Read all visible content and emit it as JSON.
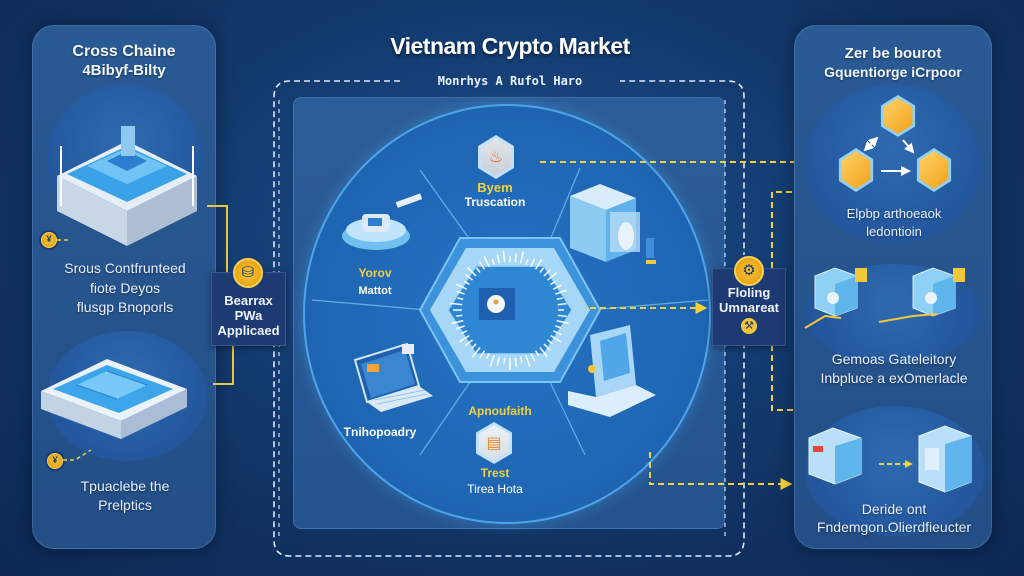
{
  "header": {
    "title": "Vietnam Crypto Market",
    "subtitle": "Monrhys A Rufol Haro"
  },
  "colors": {
    "background": "#133a6e",
    "panel": "#2a5a94",
    "accent_yellow": "#f3d13a",
    "connector_dashed": "#e8d23a",
    "hex_light": "#8fd0f5"
  },
  "left_panel": {
    "title_line1": "Cross Chaine",
    "title_line2": "4Bibyf-Bilty",
    "top_caption": [
      "Srous Contfrunteed",
      "fiote Deyos",
      "flusgp Bnoporls"
    ],
    "bottom_caption": [
      "Tpuaclebe the",
      "Prelptics"
    ],
    "top_illustration_icon": "isometric-server-building-icon",
    "bottom_illustration_icon": "isometric-platform-icon"
  },
  "left_connector": {
    "icon": "coin-badge-icon",
    "lines": [
      "Bearrax",
      "PWa",
      "Applicaed"
    ]
  },
  "center": {
    "nodes": [
      {
        "id": "top",
        "yellow": "Byem",
        "white": "Truscation",
        "icon": "fire-hex-icon"
      },
      {
        "id": "left",
        "yellow": "Yorov",
        "white": "Mattot",
        "icon": "node-device-icon"
      },
      {
        "id": "bottom-left",
        "yellow": "",
        "white": "Tnihopoadry",
        "icon": "laptop-icon"
      },
      {
        "id": "bottom",
        "yellow": "Apnoufaith",
        "white": "",
        "icon": "document-hex-icon"
      },
      {
        "id": "bottom-sub",
        "yellow": "Trest",
        "white": "Tirea Hota",
        "icon": ""
      }
    ],
    "hub_icon": "central-node-icon"
  },
  "right_connector": {
    "icon": "coin-badge-icon",
    "lines": [
      "Floling",
      "Umnareat"
    ],
    "bottom_icon": "wrench-icon"
  },
  "right_panel": {
    "title_line1": "Zer be bourot",
    "title_line2": "Gquentiorge iCrpoor",
    "caption1": [
      "Elpbp arthoeaok",
      "ledontioin"
    ],
    "caption2": [
      "Gemoas Gateleitory",
      "Inbpluce a exOmerlacle"
    ],
    "caption3": [
      "Deride ont",
      "Fndemgon.Olierdfieucter"
    ],
    "flow_icons": [
      "gold-hex-top-icon",
      "gold-hex-left-icon",
      "gold-hex-right-icon"
    ]
  }
}
